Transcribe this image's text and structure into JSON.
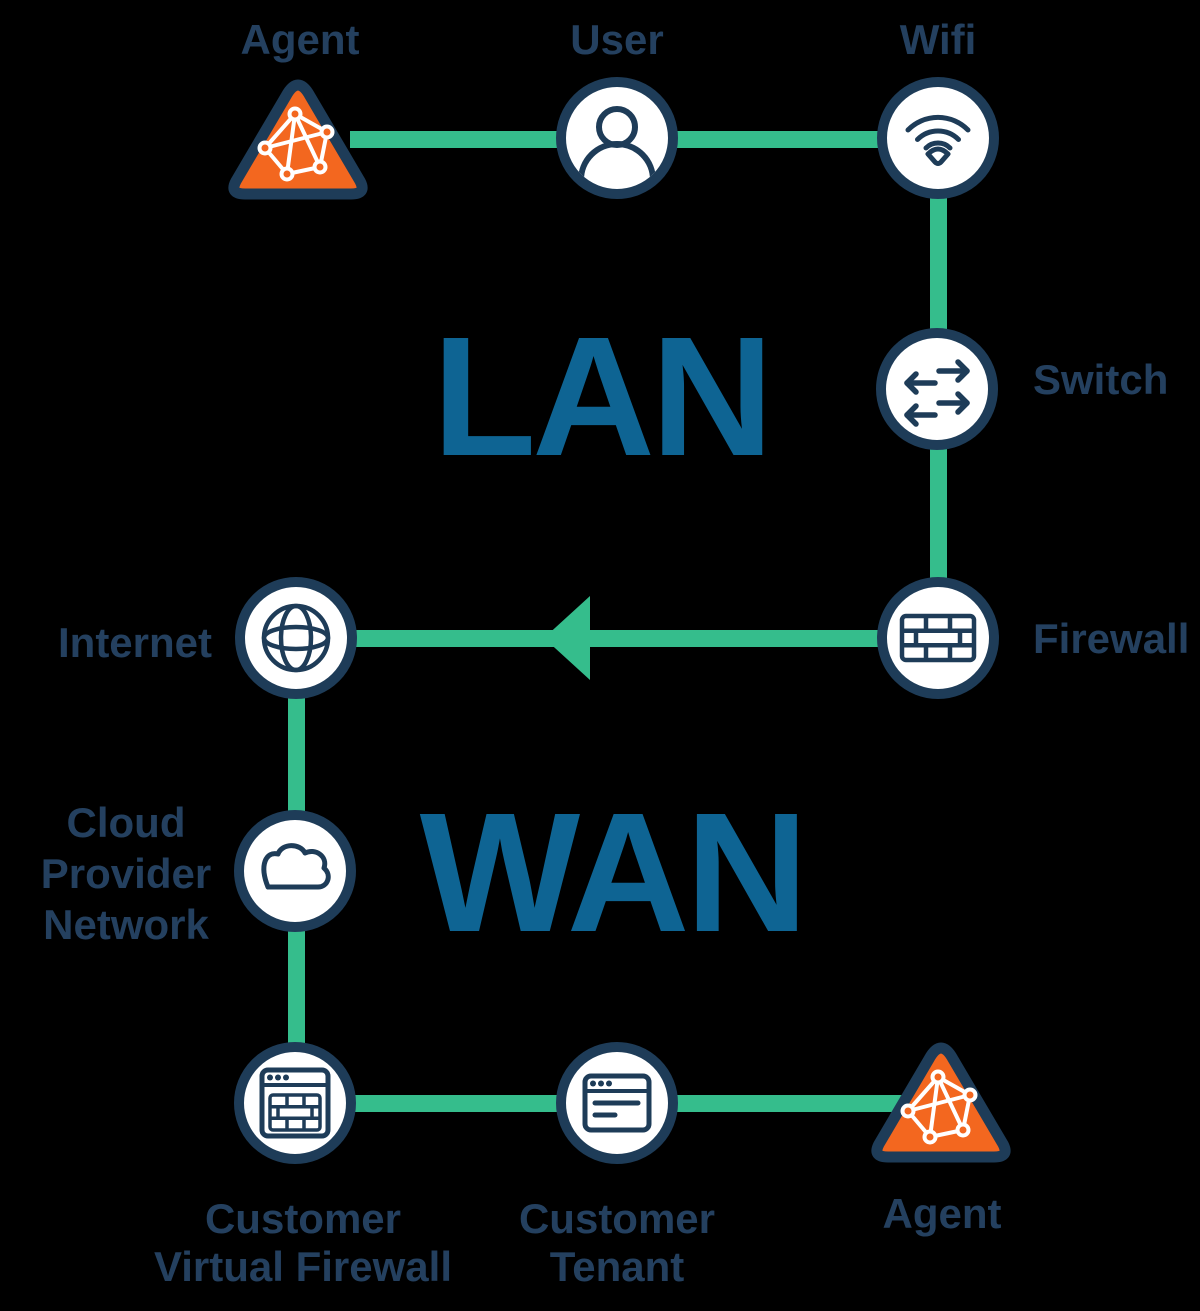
{
  "colors": {
    "background": "#000000",
    "navy_border": "#1e3c58",
    "label_text": "#24405f",
    "edge_green": "#35bd8c",
    "zone_blue": "#0e6493",
    "agent_orange": "#f3671f",
    "node_fill": "#ffffff"
  },
  "zones": {
    "lan": "LAN",
    "wan": "WAN"
  },
  "nodes": {
    "agent_top": {
      "label": "Agent",
      "icon": "mesh-network-icon",
      "shape": "triangle"
    },
    "user": {
      "label": "User",
      "icon": "user-icon",
      "shape": "circle"
    },
    "wifi": {
      "label": "Wifi",
      "icon": "wifi-icon",
      "shape": "circle"
    },
    "switch": {
      "label": "Switch",
      "icon": "switch-arrows-icon",
      "shape": "circle"
    },
    "firewall": {
      "label": "Firewall",
      "icon": "brick-wall-icon",
      "shape": "circle"
    },
    "internet": {
      "label": "Internet",
      "icon": "globe-icon",
      "shape": "circle"
    },
    "cloud": {
      "line1": "Cloud",
      "line2": "Provider",
      "line3": "Network",
      "icon": "cloud-icon",
      "shape": "circle"
    },
    "cvf": {
      "line1": "Customer",
      "line2": "Virtual Firewall",
      "icon": "browser-firewall-icon",
      "shape": "circle"
    },
    "tenant": {
      "line1": "Customer",
      "line2": "Tenant",
      "icon": "browser-lines-icon",
      "shape": "circle"
    },
    "agent_bottom": {
      "label": "Agent",
      "icon": "mesh-network-icon",
      "shape": "triangle"
    }
  },
  "connections": [
    {
      "from": "Agent",
      "to": "User"
    },
    {
      "from": "User",
      "to": "Wifi"
    },
    {
      "from": "Wifi",
      "to": "Switch"
    },
    {
      "from": "Switch",
      "to": "Firewall"
    },
    {
      "from": "Firewall",
      "to": "Internet",
      "arrow": "left"
    },
    {
      "from": "Internet",
      "to": "Cloud Provider Network"
    },
    {
      "from": "Cloud Provider Network",
      "to": "Customer Virtual Firewall"
    },
    {
      "from": "Customer Virtual Firewall",
      "to": "Customer Tenant"
    },
    {
      "from": "Customer Tenant",
      "to": "Agent"
    }
  ]
}
